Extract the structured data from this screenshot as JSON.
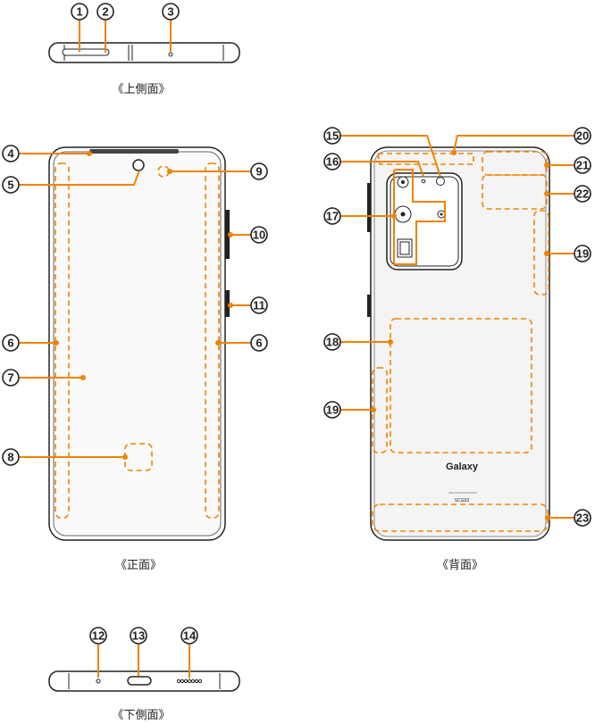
{
  "accent_color": "#f08300",
  "captions": {
    "top": "《上側面》",
    "front": "《正面》",
    "back": "《背面》",
    "bottom": "《下側面》"
  },
  "callouts": {
    "n1": "1",
    "n2": "2",
    "n3": "3",
    "n4": "4",
    "n5": "5",
    "n6": "6",
    "n7": "7",
    "n8": "8",
    "n9": "9",
    "n10": "10",
    "n11": "11",
    "n12": "12",
    "n13": "13",
    "n14": "14",
    "n15": "15",
    "n16": "16",
    "n17": "17",
    "n18": "18",
    "n19": "19",
    "n20": "20",
    "n21": "21",
    "n22": "22",
    "n23": "23"
  },
  "back_labels": {
    "brand": "Galaxy",
    "model": "SCG03",
    "serial": "IMEI 000000000000000"
  }
}
